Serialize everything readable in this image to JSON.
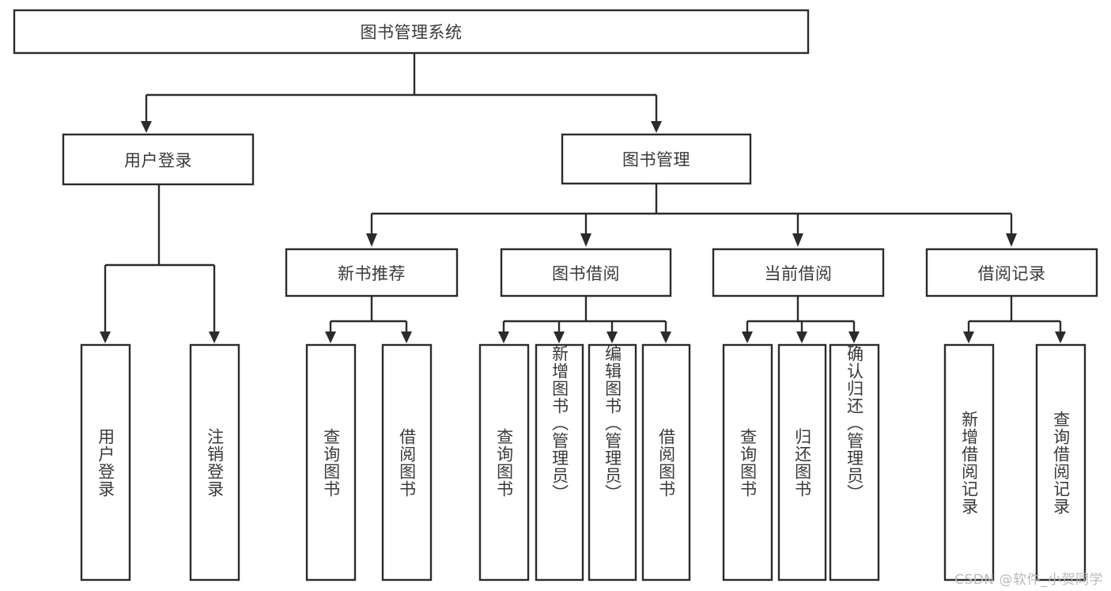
{
  "diagram": {
    "type": "tree-hierarchy-chart",
    "title_node": {
      "label": "图书管理系统"
    },
    "level2": [
      {
        "id": "user-login",
        "label": "用户登录"
      },
      {
        "id": "book-management",
        "label": "图书管理"
      }
    ],
    "level3": [
      {
        "id": "new-book-recommend",
        "label": "新书推荐",
        "parent": "book-management"
      },
      {
        "id": "book-borrow",
        "label": "图书借阅",
        "parent": "book-management"
      },
      {
        "id": "current-borrow",
        "label": "当前借阅",
        "parent": "book-management"
      },
      {
        "id": "borrow-record",
        "label": "借阅记录",
        "parent": "book-management"
      }
    ],
    "leaves": {
      "user-login": [
        {
          "id": "leaf-user-login",
          "label": "用户登录"
        },
        {
          "id": "leaf-logout",
          "label": "注销登录"
        }
      ],
      "new-book-recommend": [
        {
          "id": "leaf-query-book-1",
          "label": "查询图书"
        },
        {
          "id": "leaf-borrow-book-1",
          "label": "借阅图书"
        }
      ],
      "book-borrow": [
        {
          "id": "leaf-query-book-2",
          "label": "查询图书"
        },
        {
          "id": "leaf-add-book",
          "label": "新增图书（管理员）"
        },
        {
          "id": "leaf-edit-book",
          "label": "编辑图书（管理员）"
        },
        {
          "id": "leaf-borrow-book-2",
          "label": "借阅图书"
        }
      ],
      "current-borrow": [
        {
          "id": "leaf-query-book-3",
          "label": "查询图书"
        },
        {
          "id": "leaf-return-book",
          "label": "归还图书"
        },
        {
          "id": "leaf-confirm-return",
          "label": "确认归还（管理员）"
        }
      ],
      "borrow-record": [
        {
          "id": "leaf-add-record",
          "label": "新增借阅记录"
        },
        {
          "id": "leaf-query-record",
          "label": "查询借阅记录"
        }
      ]
    },
    "colors": {
      "stroke": "#2b2b2b",
      "fill": "#ffffff",
      "text": "#3a3a3a",
      "watermark": "#b9b9b9"
    }
  },
  "watermark": {
    "text": "CSDN @软件_小贺同学"
  }
}
